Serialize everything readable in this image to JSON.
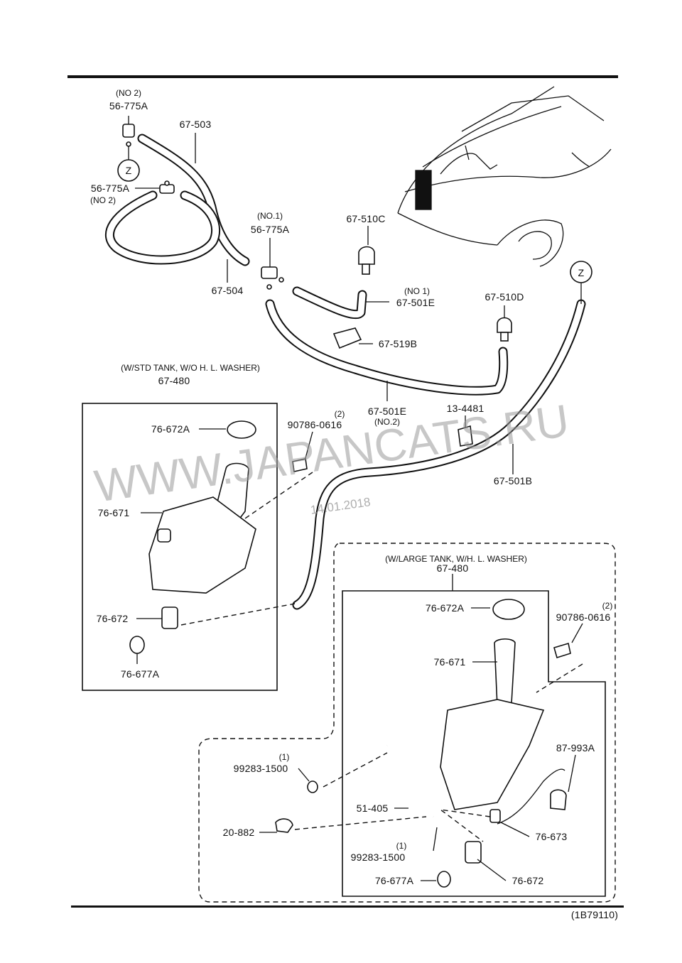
{
  "labels": {
    "no2_top": "(NO 2)",
    "p56_775a_top": "56-775A",
    "p67_503": "67-503",
    "z_top": "Z",
    "p56_775a_mid": "56-775A",
    "no2_mid": "(NO 2)",
    "no1_a": "(NO.1)",
    "p56_775a_no1": "56-775A",
    "p67_504": "67-504",
    "p67_510c": "67-510C",
    "no1_b": "(NO 1)",
    "p67_501e": "67-501E",
    "p67_510d": "67-510D",
    "z_right": "Z",
    "p67_519b": "67-519B",
    "std_tank_title": "(W/STD  TANK, W/O  H. L. WASHER)",
    "std_67_480": "67-480",
    "p67_501e_no2_a": "67-501E",
    "p67_501e_no2_b": "(NO.2)",
    "p13_4481": "13-4481",
    "std_76_672a": "76-672A",
    "q2_std": "(2)",
    "std_90786": "90786-0616",
    "std_76_671": "76-671",
    "p67_501b": "67-501B",
    "std_76_672": "76-672",
    "std_76_677a": "76-677A",
    "large_tank_title": "(W/LARGE  TANK, W/H. L. WASHER)",
    "large_67_480": "67-480",
    "large_76_672a": "76-672A",
    "q2_large": "(2)",
    "large_90786": "90786-0616",
    "large_76_671": "76-671",
    "p87_993a": "87-993A",
    "q1_a": "(1)",
    "p99283_a": "99283-1500",
    "p51_405": "51-405",
    "p20_882": "20-882",
    "q1_b": "(1)",
    "p99283_b": "99283-1500",
    "large_76_673": "76-673",
    "large_76_677a": "76-677A",
    "large_76_672": "76-672",
    "ref_code": "(1B79110)"
  },
  "watermark": {
    "text": "WWW.JAPANCATS.RU",
    "date": "14.01.2018"
  }
}
